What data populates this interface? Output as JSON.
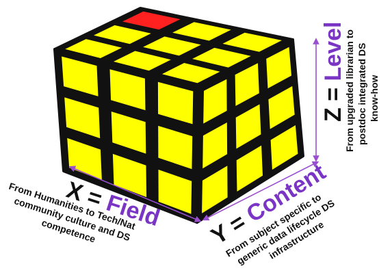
{
  "cube": {
    "grid": 3,
    "face_color": "#ffff00",
    "highlight_color": "#ff2020",
    "edge_color": "#111111",
    "highlight_cell": "top back corner"
  },
  "axes": {
    "x": {
      "prefix": "X = ",
      "name": "Field",
      "description": [
        "From Humanities to Tech/Nat",
        "community culture and DS",
        "competence"
      ]
    },
    "y": {
      "prefix": "Y = ",
      "name": "Content",
      "description": [
        "From subject specific to",
        "generic data lifecycle DS",
        "infrastructure"
      ]
    },
    "z": {
      "prefix": "Z = ",
      "name": "Level",
      "description": [
        "From upgraded librarian to",
        "postdoc integrated DS",
        "know-how"
      ]
    }
  },
  "colors": {
    "axis_name": "#7b35c4",
    "axis_prefix": "#111111",
    "axis_arrow": "#9a4fd0"
  }
}
